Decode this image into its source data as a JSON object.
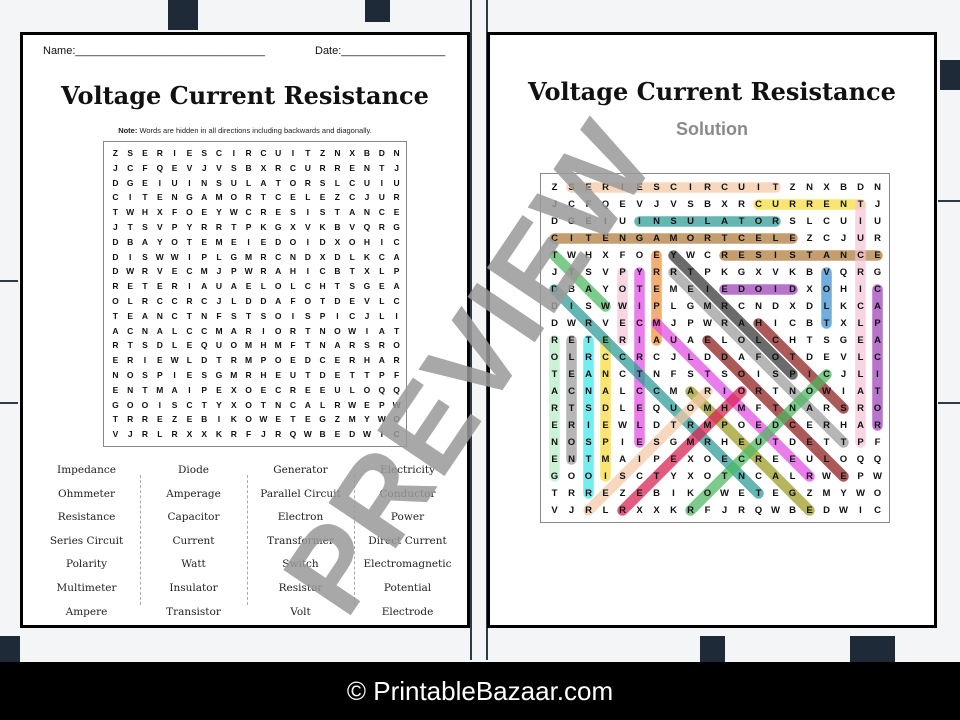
{
  "worksheet": {
    "name_label": "Name:_______________________________",
    "date_label": "Date:_________________",
    "title": "Voltage Current Resistance",
    "note_bold": "Note:",
    "note_text": " Words are hidden in all directions including backwards and diagonally."
  },
  "solution": {
    "title": "Voltage Current Resistance",
    "subtitle": "Solution"
  },
  "grid_rows": [
    "ZSERIESCIRCUITZNXBDN",
    "JCFQEVJVSBXRCURRENTJ",
    "DGEIUINSULATORSLCUIU",
    "CITENGAMORTCELEZCJUR",
    "TWHXFOEYWCRESISTANCE",
    "JTSVPYRRTPKGXVKBVQRG",
    "DBAYOTEMEIEDOIDXOHIC",
    "DISWWIPLGMRCNDXDLKCA",
    "DWRVECMJPWRAHICBTXLP",
    "RETERIAUAELOLCHTSGEA",
    "OLRCCRCJLDDAFOTDEVLC",
    "TEANCTNFSTSOISPICJLI",
    "ACNALCCMARIORTNOWIAT",
    "RTSDLEQUOMHMFTNARSRO",
    "ERIEWLDTRMPOEDCERHAR",
    "NOSPIESGMRHEUTDETTPF",
    "ENTMAIPEXOECREEULOQQ",
    "GOOISCTYXOTNCALRWEPW",
    "TRREZEBIKOWETEGZMYWO",
    "VJRLRXXKRFJRQWBEDWIC"
  ],
  "word_columns": [
    [
      "Impedance",
      "Ohmmeter",
      "Resistance",
      "Series Circuit",
      "Polarity",
      "Multimeter",
      "Ampere"
    ],
    [
      "Diode",
      "Amperage",
      "Capacitor",
      "Current",
      "Watt",
      "Insulator",
      "Transistor"
    ],
    [
      "Generator",
      "Parallel Circuit",
      "Electron",
      "Transformer",
      "Switch",
      "Resistor",
      "Volt"
    ],
    [
      "Electricity",
      "Conductor",
      "Power",
      "Direct Current",
      "Electromagnetic",
      "Potential",
      "Electrode"
    ]
  ],
  "solution_highlights": [
    {
      "word": "SERIESCIRCUIT",
      "from": [
        0,
        1
      ],
      "to": [
        0,
        13
      ],
      "color": "#f5c9a5"
    },
    {
      "word": "CURRENT",
      "from": [
        1,
        12
      ],
      "to": [
        1,
        18
      ],
      "color": "#f7dc3a"
    },
    {
      "word": "INSULATOR",
      "from": [
        2,
        5
      ],
      "to": [
        2,
        13
      ],
      "color": "#2a9a96"
    },
    {
      "word": "ELECTROMAGNETIC",
      "from": [
        3,
        14
      ],
      "to": [
        3,
        0
      ],
      "color": "#b07a3a"
    },
    {
      "word": "RESISTANCE",
      "from": [
        4,
        10
      ],
      "to": [
        4,
        19
      ],
      "color": "#b07a3a"
    },
    {
      "word": "VOLT",
      "from": [
        5,
        16
      ],
      "to": [
        8,
        16
      ],
      "color": "#3a8fd0"
    },
    {
      "word": "DIODE",
      "from": [
        6,
        14
      ],
      "to": [
        6,
        10
      ],
      "color": "#9b3fb8"
    },
    {
      "word": "CAPACITOR",
      "from": [
        6,
        19
      ],
      "to": [
        14,
        19
      ],
      "color": "#9b3fb8"
    },
    {
      "word": "PARALLELCIRCUIT",
      "from": [
        15,
        18
      ],
      "to": [
        1,
        18
      ],
      "color": "#f6c6d8"
    },
    {
      "word": "GENERATOR",
      "from": [
        17,
        0
      ],
      "to": [
        9,
        0
      ],
      "color": "#b8ecc8"
    },
    {
      "word": "ELECTRON",
      "from": [
        9,
        1
      ],
      "to": [
        16,
        1
      ],
      "color": "#9a9a9a"
    },
    {
      "word": "TRANSISTOR",
      "from": [
        9,
        2
      ],
      "to": [
        18,
        2
      ],
      "color": "#3de8e8"
    },
    {
      "word": "IMPEDANCE",
      "from": [
        17,
        3
      ],
      "to": [
        9,
        3
      ],
      "color": "#f7dc3a"
    },
    {
      "word": "POWER",
      "from": [
        5,
        4
      ],
      "to": [
        9,
        4
      ],
      "color": "#f6c6d8"
    },
    {
      "word": "ELECTRICITY",
      "from": [
        15,
        5
      ],
      "to": [
        5,
        5
      ],
      "color": "#e44ae4"
    },
    {
      "word": "AMPERE",
      "from": [
        9,
        6
      ],
      "to": [
        4,
        6
      ],
      "color": "#f0903a"
    },
    {
      "word": "WATT",
      "from": [
        7,
        3
      ],
      "to": [
        4,
        0
      ],
      "color": "#4cb860"
    },
    {
      "word": "DIRECTCURRENT",
      "from": [
        6,
        0
      ],
      "to": [
        18,
        12
      ],
      "color": "#2a9a96"
    },
    {
      "word": "POLARITY",
      "from": [
        11,
        14
      ],
      "to": [
        4,
        7
      ],
      "color": "#333333"
    },
    {
      "word": "TRANSFORMER",
      "from": [
        15,
        17
      ],
      "to": [
        5,
        7
      ],
      "color": "#9a9a9a"
    },
    {
      "word": "SWITCH",
      "from": [
        13,
        17
      ],
      "to": [
        8,
        12
      ],
      "color": "#8b1a1a"
    },
    {
      "word": "ELECTRODE",
      "from": [
        17,
        17
      ],
      "to": [
        9,
        9
      ],
      "color": "#8b1a1a"
    },
    {
      "word": "MULTIMETER",
      "from": [
        8,
        6
      ],
      "to": [
        17,
        15
      ],
      "color": "#e44ae4"
    },
    {
      "word": "AMPERAGE",
      "from": [
        12,
        8
      ],
      "to": [
        19,
        15
      ],
      "color": "#9a9a20"
    },
    {
      "word": "CONDUCTOR",
      "from": [
        11,
        16
      ],
      "to": [
        19,
        8
      ],
      "color": "#4cb860"
    },
    {
      "word": "OHMMETER",
      "from": [
        12,
        11
      ],
      "to": [
        19,
        4
      ],
      "color": "#d81e50"
    },
    {
      "word": "RESISTOR",
      "from": [
        19,
        2
      ],
      "to": [
        12,
        9
      ],
      "color": "#f5c9a5"
    }
  ],
  "watermark": "PREVIEW",
  "footer": "© PrintableBazaar.com"
}
